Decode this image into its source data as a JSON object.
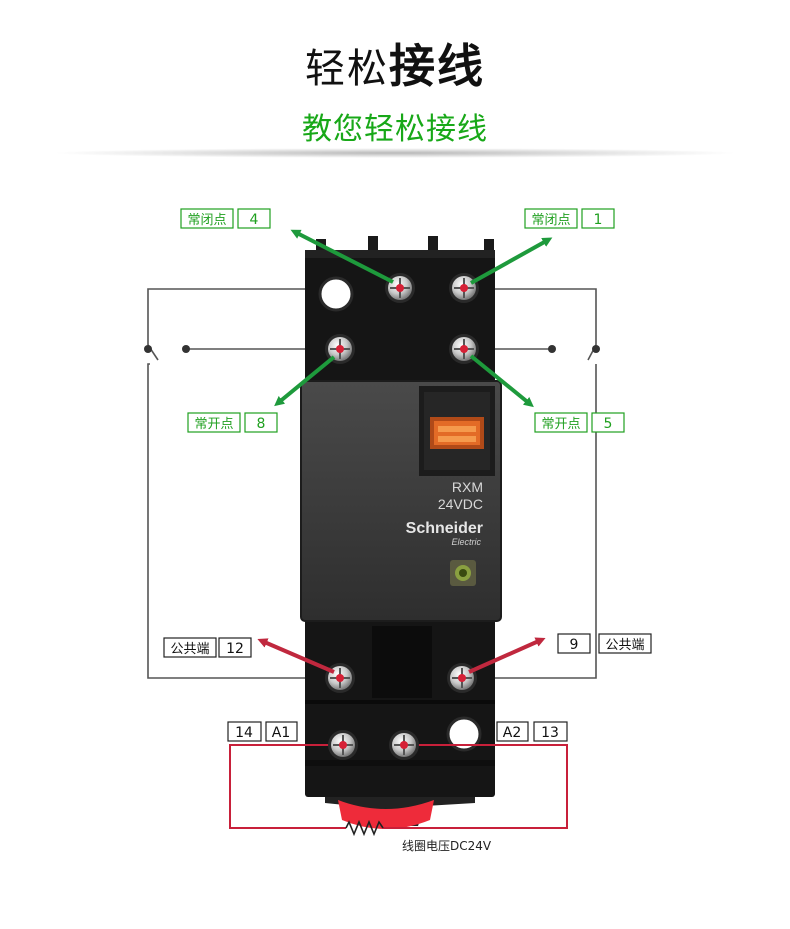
{
  "heading": {
    "title_light": "轻松",
    "title_bold": "接线",
    "subtitle": "教您轻松接线"
  },
  "device": {
    "model": "RXM",
    "voltage": "24VDC",
    "brand": "Schneider",
    "brand_sub": "Electric"
  },
  "terminals": {
    "nc_left": {
      "label": "常闭点",
      "number": "4"
    },
    "nc_right": {
      "label": "常闭点",
      "number": "1"
    },
    "no_left": {
      "label": "常开点",
      "number": "8"
    },
    "no_right": {
      "label": "常开点",
      "number": "5"
    },
    "com_left": {
      "label": "公共端",
      "number": "12"
    },
    "com_right": {
      "label": "公共端",
      "number": "9"
    },
    "coil_a1": {
      "label": "A1",
      "number": "14"
    },
    "coil_a2": {
      "label": "A2",
      "number": "13"
    }
  },
  "coil_note": "线圈电压DC24V",
  "colors": {
    "green": "#20a020",
    "red": "#c8203a",
    "arrow_green": "#1e9a3c",
    "arrow_red": "#c0283e",
    "wire_gray": "#555555",
    "base_black": "#151515",
    "module_gray": "#3a3a3a"
  }
}
